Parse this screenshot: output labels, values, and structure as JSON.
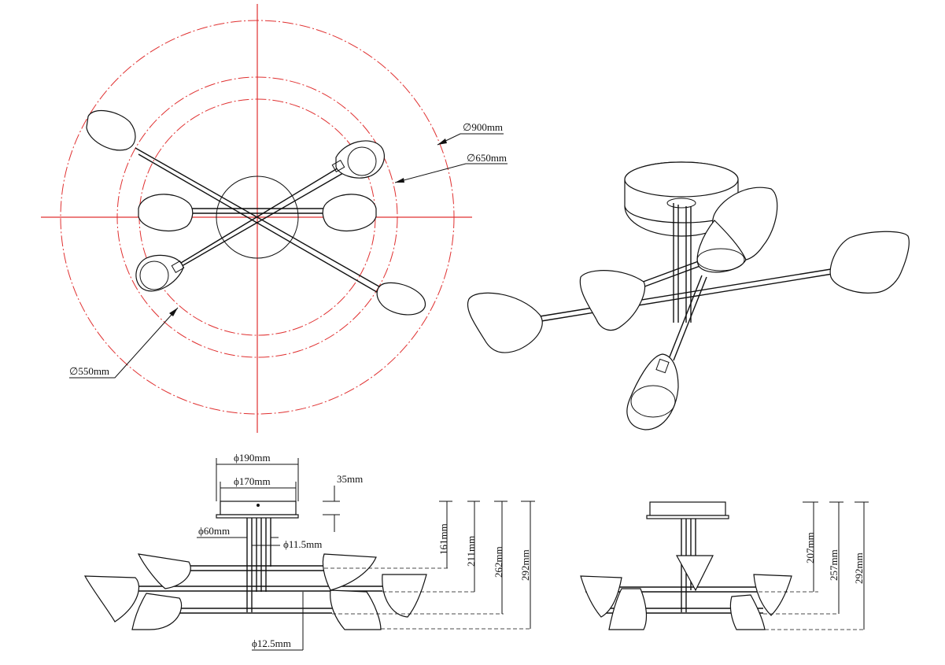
{
  "top_view": {
    "dim_outer": "∅900mm",
    "dim_middle": "∅650mm",
    "dim_inner": "∅550mm"
  },
  "front_view": {
    "dim_canopy_outer": "ϕ190mm",
    "dim_canopy_inner": "ϕ170mm",
    "dim_canopy_height": "35mm",
    "dim_stem_group": "ϕ60mm",
    "dim_stem": "ϕ11.5mm",
    "dim_arm": "ϕ12.5mm",
    "height_1": "161mm",
    "height_2": "211mm",
    "height_3": "262mm",
    "height_4": "292mm"
  },
  "side_view": {
    "height_1": "207mm",
    "height_2": "257mm",
    "height_3": "292mm"
  }
}
